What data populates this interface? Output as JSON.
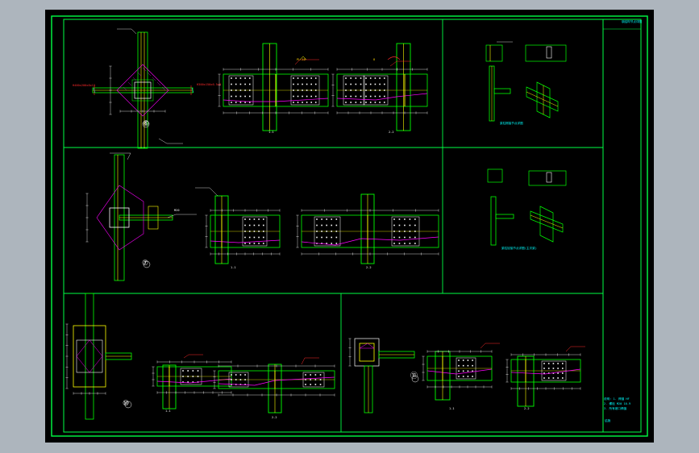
{
  "title_block": {
    "header": "钢结构节点详图",
    "notes": [
      "说明: 1. 焊缝 HF",
      "2. 螺栓 M20 10.9",
      "3. 所有坡口焊缝"
    ],
    "sheet_no": "结施"
  },
  "colors": {
    "background": "#000000",
    "frame": "#00ff44",
    "member": "#00ff00",
    "weld": "#ffff00",
    "dim": "#ffffff",
    "accent": "#ff2a2a",
    "hatch": "#ff00ff",
    "cyan": "#00ffff",
    "bolt": "#ffffff"
  },
  "nodes": [
    {
      "id": "detail-6",
      "number": "⑥"
    },
    {
      "id": "detail-7",
      "number": "⑦"
    },
    {
      "id": "detail-10",
      "number": "⑩"
    },
    {
      "id": "detail-11",
      "number": "⑪"
    }
  ],
  "section_marks": [
    "1-1",
    "2-2"
  ],
  "captions": {
    "beam_column_a": "梁柱刚接节点详图",
    "beam_column_b": "梁柱铰接节点详图(主次梁)"
  },
  "callouts": {
    "col_label": "H400x200x8x13",
    "beam_label": "H300x150x6.5x9",
    "plate": "PL-10",
    "weld": "8",
    "bolt": "M20"
  }
}
